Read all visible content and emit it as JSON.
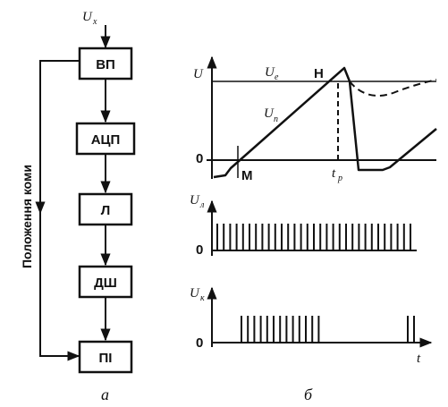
{
  "block_diagram": {
    "input_label": "U",
    "input_sub": "x",
    "blocks": [
      "ВП",
      "АЦП",
      "Л",
      "ДШ",
      "ПІ"
    ],
    "feedback_label": "Положення коми",
    "caption": "а"
  },
  "timing_diagram": {
    "caption": "б",
    "top": {
      "y_axis_label": "U",
      "zero_label": "0",
      "ue_label": "U",
      "ue_sub": "e",
      "un_label": "U",
      "un_sub": "п",
      "point_h": "Н",
      "point_m": "М",
      "tp_label": "t",
      "tp_sub": "р"
    },
    "middle": {
      "y_label": "U",
      "y_sub": "л",
      "zero_label": "0"
    },
    "bottom": {
      "y_label": "U",
      "y_sub": "к",
      "zero_label": "0",
      "t_label": "t"
    }
  }
}
